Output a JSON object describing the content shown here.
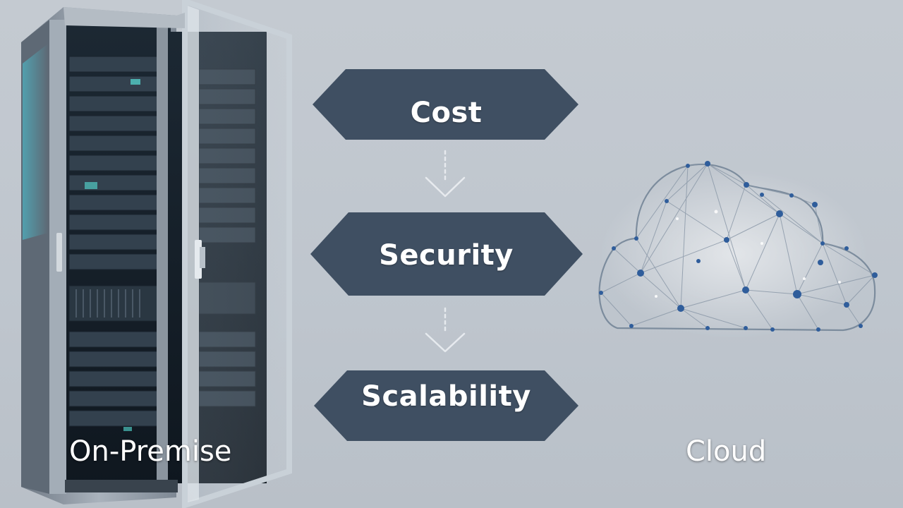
{
  "diagram": {
    "factors": [
      "Cost",
      "Security",
      "Scalability"
    ],
    "left_caption": "On-Premise",
    "right_caption": "Cloud"
  },
  "colors": {
    "background": "#c1c8cf",
    "shape_fill": "#3f4f62",
    "arrow": "#eef1f4",
    "server_frame": "#8f99a4",
    "server_glow": "#3fc6d8",
    "cloud_node": "#2f5d9b",
    "cloud_line": "#7c8c9d"
  },
  "icons": [
    "server-rack-icon",
    "cloud-network-icon",
    "arrow-down-icon"
  ]
}
